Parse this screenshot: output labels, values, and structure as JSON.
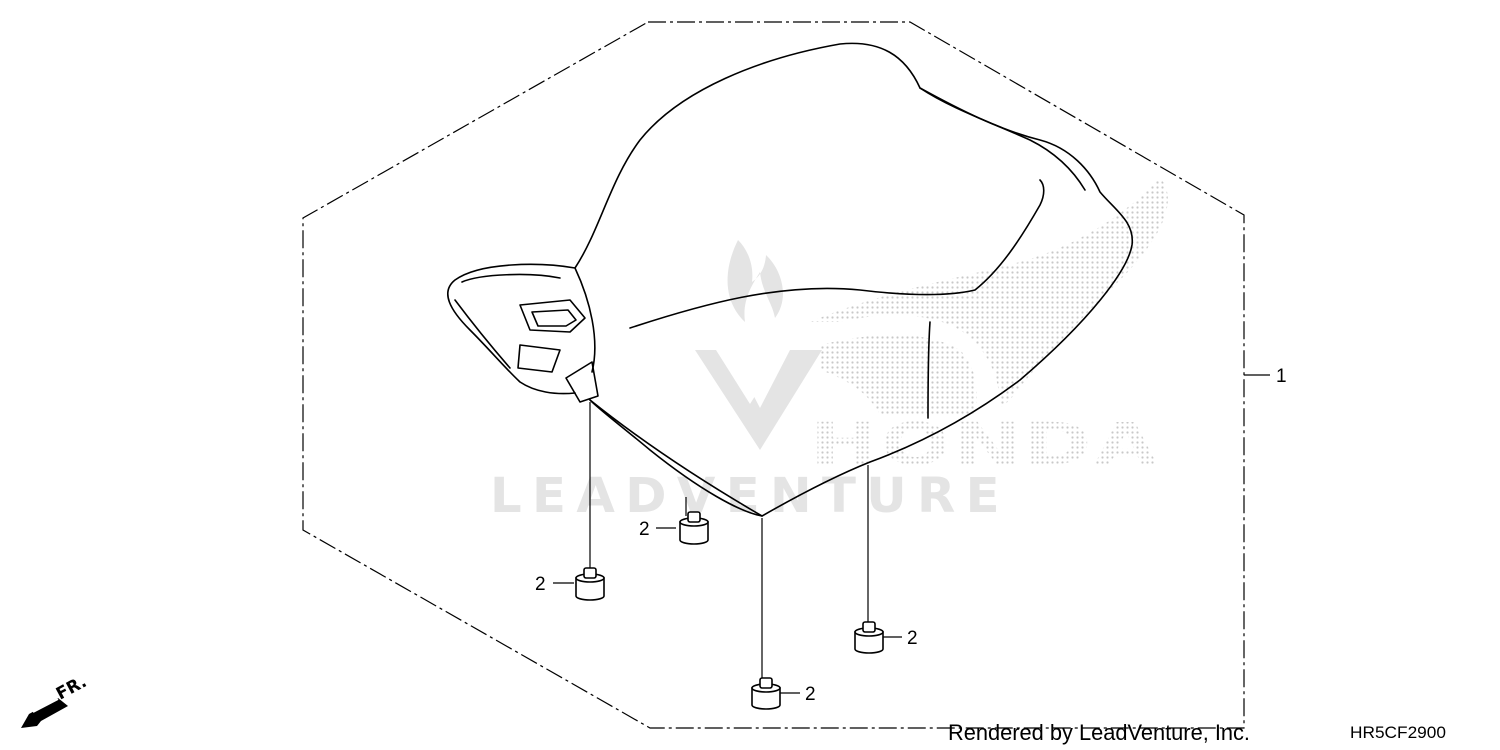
{
  "diagram": {
    "brand_logo_text": "HONDA",
    "watermark_text": "LEADVENTURE",
    "front_indicator": "FR.",
    "credit": "Rendered by LeadVenture, Inc.",
    "diagram_code": "HR5CF2900",
    "callouts": {
      "seat": "1",
      "rubber_1": "2",
      "rubber_2": "2",
      "rubber_3": "2",
      "rubber_4": "2"
    },
    "colors": {
      "line": "#000000",
      "watermark": "#e4e4e4",
      "logo_dots": "#c8c8c8"
    }
  }
}
